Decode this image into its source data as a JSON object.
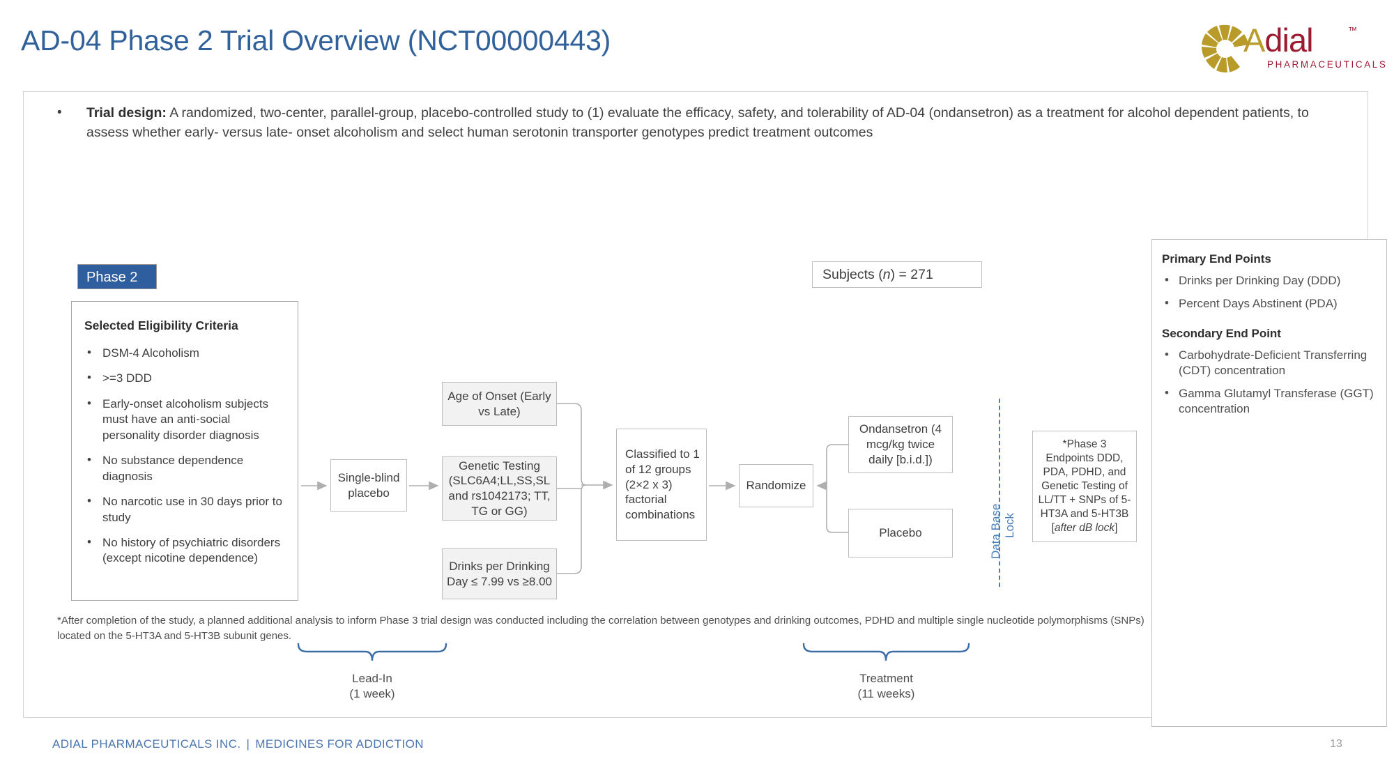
{
  "slide": {
    "title": "AD-04 Phase 2 Trial Overview (NCT00000443)",
    "page_number": "13"
  },
  "logo": {
    "word_a": "A",
    "word_rest": "dial",
    "tm": "™",
    "subtitle": "PHARMACEUTICALS",
    "gold": "#B99B29",
    "maroon": "#9B1B30"
  },
  "trial_design": {
    "lead_label": "Trial design:",
    "body": " A randomized, two-center, parallel-group, placebo-controlled study to (1) evaluate the efficacy, safety, and tolerability of AD-04 (ondansetron) as a treatment for alcohol dependent patients, to assess whether early- versus late- onset alcoholism and select human serotonin transporter genotypes predict treatment outcomes"
  },
  "phase_badge": {
    "label": "Phase 2",
    "color": "#2F5E9E"
  },
  "eligibility": {
    "heading": "Selected Eligibility Criteria",
    "items": [
      "DSM-4 Alcoholism",
      ">=3 DDD",
      "Early-onset alcoholism subjects must have an anti-social personality disorder diagnosis",
      "No substance dependence diagnosis",
      "No narcotic use in 30 days prior to study",
      "No history of psychiatric disorders (except nicotine dependence)"
    ]
  },
  "subjects": {
    "prefix": "Subjects (",
    "italic": "n",
    "suffix": ") = 271"
  },
  "flow": {
    "single_blind": "Single-blind placebo",
    "age_of_onset": "Age of Onset (Early vs Late)",
    "genetic_testing": "Genetic Testing (SLC6A4;LL,SS,SL and  rs1042173; TT, TG or GG)",
    "drinks_per_day": "Drinks per Drinking Day ≤ 7.99 vs ≥8.00",
    "classified": "Classified to 1 of 12 groups (2×2 x 3) factorial combinations",
    "randomize": "Randomize",
    "ondansetron": "Ondansetron (4 mcg/kg twice daily [b.i.d.])",
    "placebo": "Placebo",
    "phase3_line1": "*Phase 3 Endpoints DDD, PDA, PDHD, and Genetic Testing of LL/TT + SNPs of 5-HT3A and 5-HT3B [",
    "phase3_italic": "after dB lock",
    "phase3_line2": "]"
  },
  "database_lock": {
    "line1": "Data Base",
    "line2": "Lock",
    "color": "#4A7EBB"
  },
  "braces": {
    "lead_in_name": "Lead-In",
    "lead_in_duration": "(1 week)",
    "treatment_name": "Treatment",
    "treatment_duration": "(11 weeks)"
  },
  "endpoints": {
    "primary_heading": "Primary End Points",
    "primary_items": [
      "Drinks per Drinking Day (DDD)",
      "Percent Days Abstinent (PDA)"
    ],
    "secondary_heading": "Secondary End Point",
    "secondary_items": [
      "Carbohydrate-Deficient Transferring (CDT) concentration",
      "Gamma Glutamyl Transferase (GGT) concentration"
    ]
  },
  "footnote": "*After completion of the study, a planned additional analysis to inform Phase 3 trial design was conducted including the correlation between genotypes and drinking outcomes, PDHD and multiple single nucleotide polymorphisms (SNPs) located on the 5-HT3A and 5-HT3B subunit genes.",
  "footer": {
    "company": "ADIAL PHARMACEUTICALS INC.",
    "separator": "|",
    "tagline": "MEDICINES FOR ADDICTION",
    "color": "#4A76B0"
  }
}
